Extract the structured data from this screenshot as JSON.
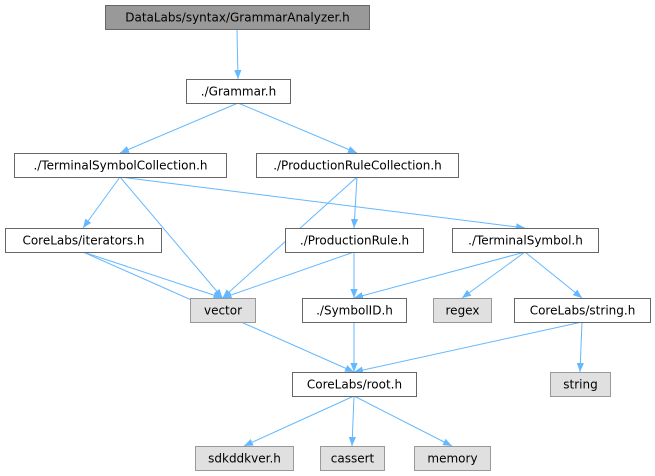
{
  "colors": {
    "edge": "#63b8ff",
    "node_border": "#666666",
    "root_fill": "#999999",
    "root_border": "#666666",
    "local_fill": "#ffffff",
    "system_fill": "#e0e0e0",
    "system_border": "#999999"
  },
  "nodes": [
    {
      "id": "analyzer",
      "label": "DataLabs/syntax/GrammarAnalyzer.h",
      "kind": "root"
    },
    {
      "id": "grammar",
      "label": "./Grammar.h",
      "kind": "local"
    },
    {
      "id": "tsc",
      "label": "./TerminalSymbolCollection.h",
      "kind": "local"
    },
    {
      "id": "prc",
      "label": "./ProductionRuleCollection.h",
      "kind": "local"
    },
    {
      "id": "iterators",
      "label": "CoreLabs/iterators.h",
      "kind": "local"
    },
    {
      "id": "prodrule",
      "label": "./ProductionRule.h",
      "kind": "local"
    },
    {
      "id": "termsym",
      "label": "./TerminalSymbol.h",
      "kind": "local"
    },
    {
      "id": "vector",
      "label": "vector",
      "kind": "system"
    },
    {
      "id": "symbolid",
      "label": "./SymbolID.h",
      "kind": "local"
    },
    {
      "id": "regex",
      "label": "regex",
      "kind": "system"
    },
    {
      "id": "string_h",
      "label": "CoreLabs/string.h",
      "kind": "local"
    },
    {
      "id": "root_h",
      "label": "CoreLabs/root.h",
      "kind": "local"
    },
    {
      "id": "string",
      "label": "string",
      "kind": "system"
    },
    {
      "id": "sdkddkver",
      "label": "sdkddkver.h",
      "kind": "system"
    },
    {
      "id": "cassert",
      "label": "cassert",
      "kind": "system"
    },
    {
      "id": "memory",
      "label": "memory",
      "kind": "system"
    }
  ],
  "edges": [
    {
      "from": "analyzer",
      "to": "grammar"
    },
    {
      "from": "grammar",
      "to": "tsc"
    },
    {
      "from": "grammar",
      "to": "prc"
    },
    {
      "from": "tsc",
      "to": "iterators"
    },
    {
      "from": "tsc",
      "to": "vector"
    },
    {
      "from": "tsc",
      "to": "termsym"
    },
    {
      "from": "prc",
      "to": "vector"
    },
    {
      "from": "prc",
      "to": "prodrule"
    },
    {
      "from": "iterators",
      "to": "vector"
    },
    {
      "from": "iterators",
      "to": "root_h"
    },
    {
      "from": "prodrule",
      "to": "vector"
    },
    {
      "from": "prodrule",
      "to": "symbolid"
    },
    {
      "from": "termsym",
      "to": "symbolid"
    },
    {
      "from": "termsym",
      "to": "regex"
    },
    {
      "from": "termsym",
      "to": "string_h"
    },
    {
      "from": "symbolid",
      "to": "root_h"
    },
    {
      "from": "string_h",
      "to": "root_h"
    },
    {
      "from": "string_h",
      "to": "string"
    },
    {
      "from": "root_h",
      "to": "sdkddkver"
    },
    {
      "from": "root_h",
      "to": "cassert"
    },
    {
      "from": "root_h",
      "to": "memory"
    }
  ]
}
